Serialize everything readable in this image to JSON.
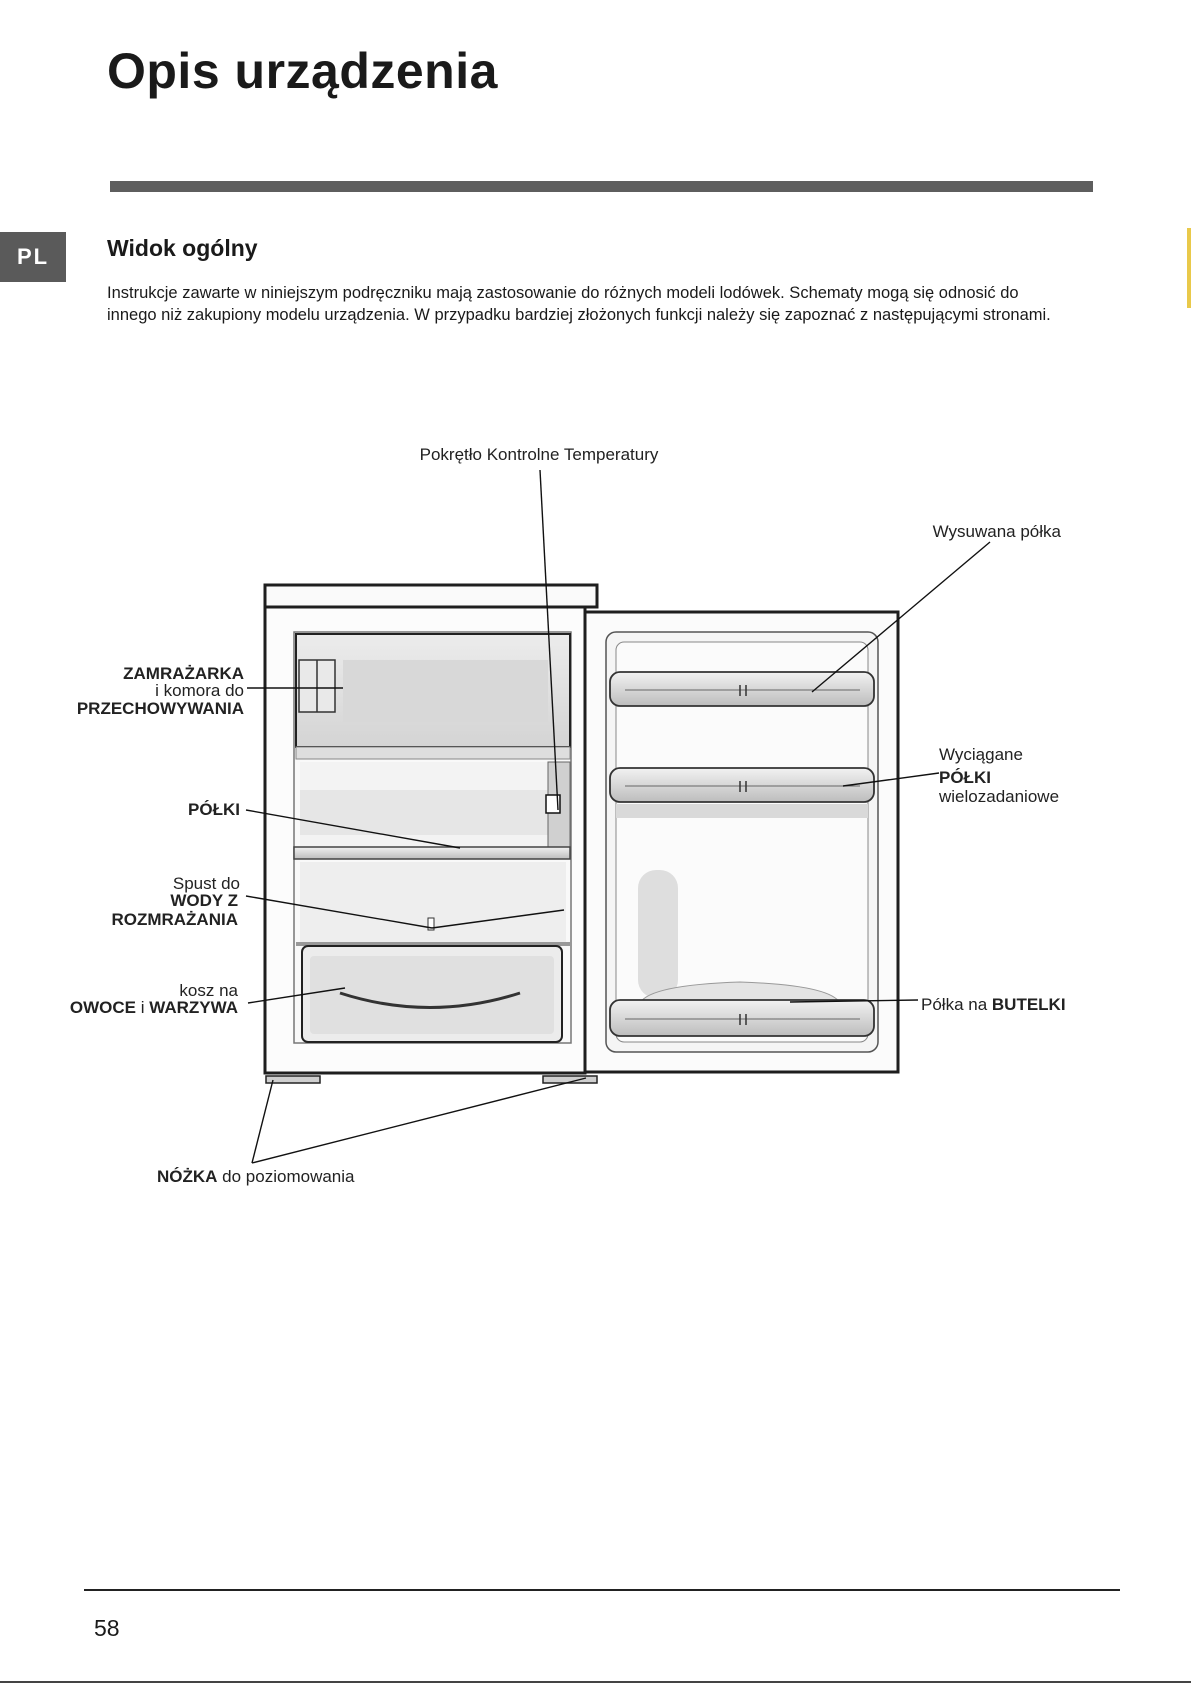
{
  "page": {
    "title": "Opis urządzenia",
    "lang_tab": "PL",
    "section_heading": "Widok ogólny",
    "intro": "Instrukcje zawarte w niniejszym podręczniku mają zastosowanie do różnych modeli lodówek. Schematy mogą się odnosić do innego niż zakupiony modelu urządzenia. W przypadku bardziej złożonych funkcji należy się zapoznać z następującymi stronami.",
    "page_number": "58"
  },
  "diagram": {
    "labels": {
      "thermostat": "Pokrętło Kontrolne Temperatury",
      "sliding_shelf": "Wysuwana półka",
      "freezer_1": "ZAMRAŻARKA",
      "freezer_2": "i komora do",
      "freezer_3": "PRZECHOWYWANIA",
      "shelves": "PÓŁKI",
      "drain_1": "Spust do",
      "drain_2": "WODY Z",
      "drain_3": "ROZMRAŻANIA",
      "crisper_1": "kosz na",
      "crisper_2a": "OWOCE",
      "crisper_2b": " i ",
      "crisper_2c": "WARZYWA",
      "door_shelves_1": "Wyciągane",
      "door_shelves_2": "PÓŁKI",
      "door_shelves_3": "wielozadaniowe",
      "bottle_1": "Półka na ",
      "bottle_2": "BUTELKI",
      "feet_1": "NÓŻKA",
      "feet_2": " do poziomowania"
    }
  }
}
